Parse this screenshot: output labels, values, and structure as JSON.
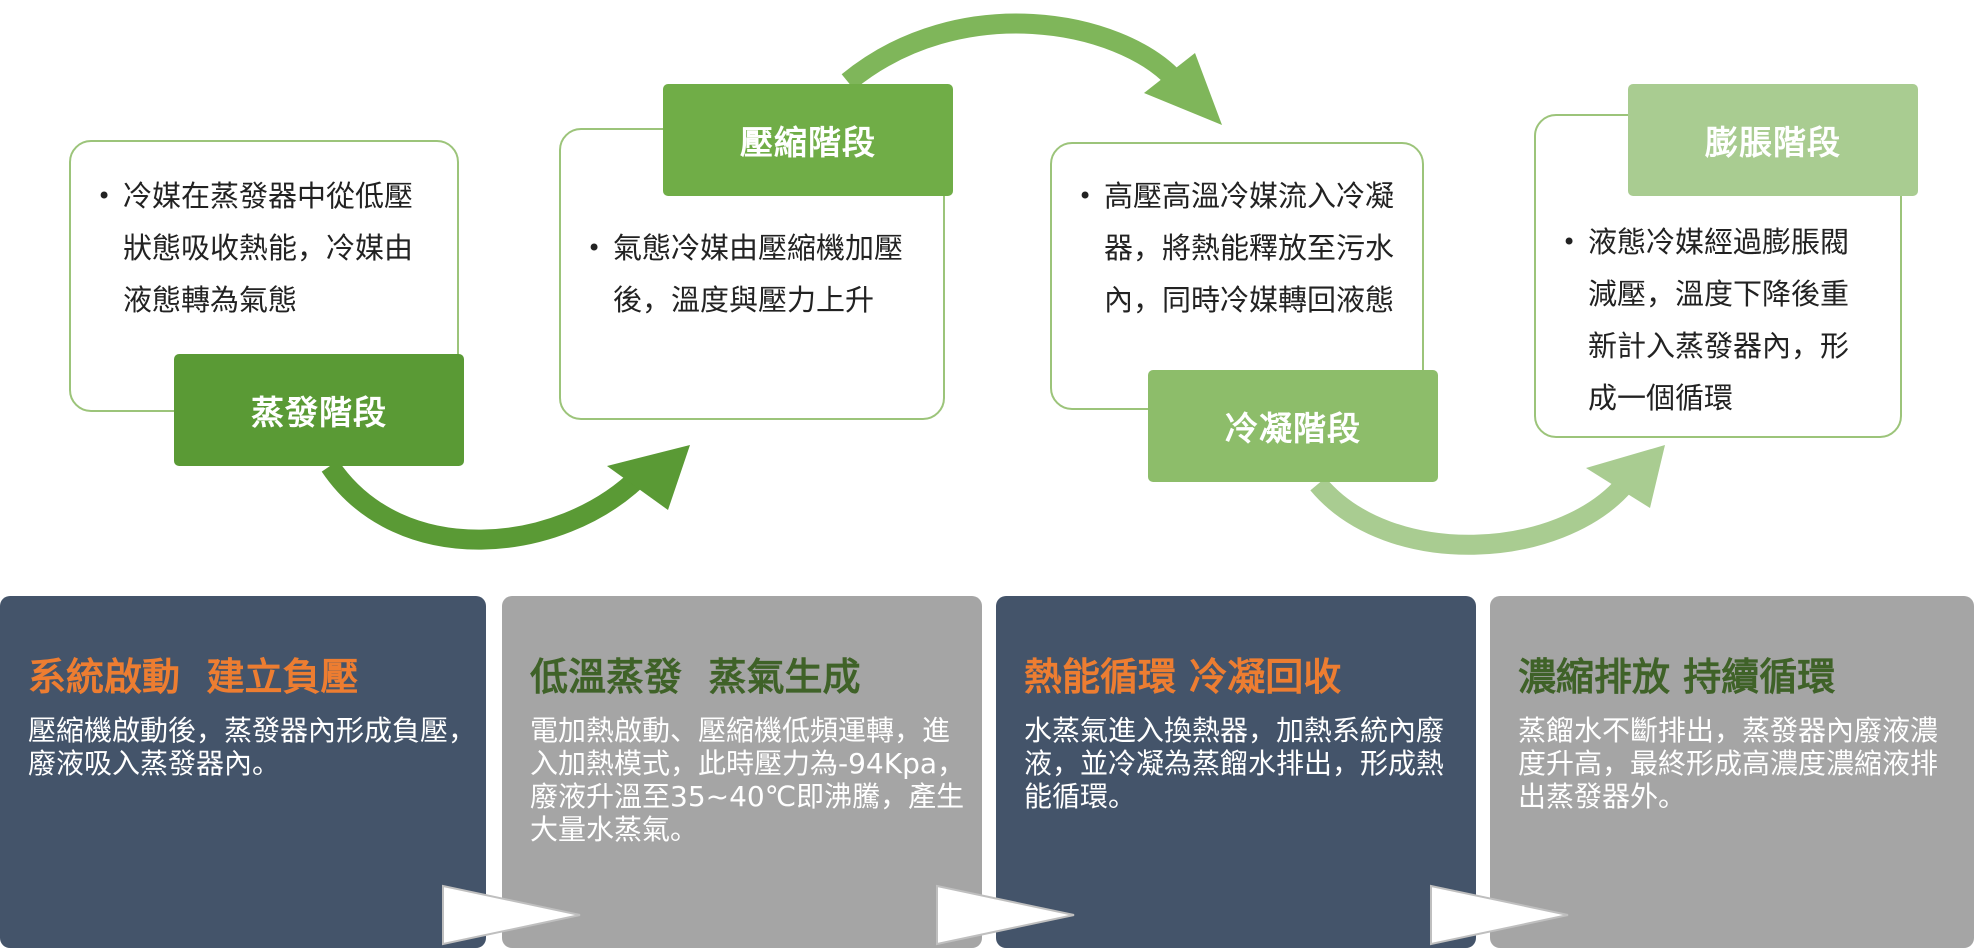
{
  "stages": [
    {
      "label": "蒸發階段",
      "label_color": "#5a9a35",
      "bullet": "冷媒在蒸發器中從低壓狀態吸收熱能，冷媒由液態轉為氣態"
    },
    {
      "label": "壓縮階段",
      "label_color": "#70ad47",
      "bullet": "氣態冷媒由壓縮機加壓後，溫度與壓力上升"
    },
    {
      "label": "冷凝階段",
      "label_color": "#8dbd6a",
      "bullet": "高壓高溫冷媒流入冷凝器，將熱能釋放至污水內，同時冷媒轉回液態"
    },
    {
      "label": "膨脹階段",
      "label_color": "#a9cc91",
      "bullet": "液態冷媒經過膨脹閥減壓，溫度下降後重新計入蒸發器內，形成一個循環"
    }
  ],
  "panels": [
    {
      "title": "系統啟動  建立負壓",
      "title_color": "#ed7d31",
      "description": "壓縮機啟動後，蒸發器內形成負壓，廢液吸入蒸發器內。",
      "bg": "dark"
    },
    {
      "title": "低溫蒸發  蒸氣生成",
      "title_color": "#3f6228",
      "description": "電加熱啟動、壓縮機低頻運轉，進入加熱模式，此時壓力為-94Kpa，廢液升溫至35~40℃即沸騰，產生大量水蒸氣。",
      "bg": "gray"
    },
    {
      "title": "熱能循環 冷凝回收",
      "title_color": "#ed7d31",
      "description": "水蒸氣進入換熱器，加熱系統內廢液，並冷凝為蒸餾水排出，形成熱能循環。",
      "bg": "dark"
    },
    {
      "title": "濃縮排放 持續循環",
      "title_color": "#3f6228",
      "description": "蒸餾水不斷排出，蒸發器內廢液濃度升高，最終形成高濃度濃縮液排出蒸發器外。",
      "bg": "gray"
    }
  ],
  "arrow_colors": [
    "#5a9a35",
    "#7fb65a",
    "#a9cc91"
  ]
}
